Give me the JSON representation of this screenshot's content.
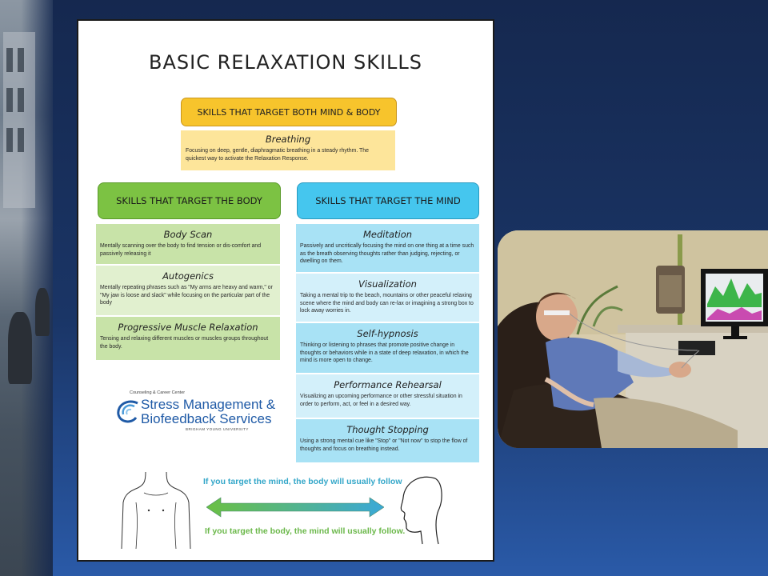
{
  "poster": {
    "title": "BASIC RELAXATION SKILLS",
    "both": {
      "header": "SKILLS THAT TARGET BOTH MIND & BODY",
      "skills": [
        {
          "title": "Breathing",
          "desc": "Focusing on deep, gentle, diaphragmatic breathing in a steady rhythm. The quickest way to activate the Relaxation Response."
        }
      ]
    },
    "body": {
      "header": "SKILLS THAT TARGET THE BODY",
      "skills": [
        {
          "title": "Body Scan",
          "desc": "Mentally scanning over the body to find tension or dis-comfort and passively releasing it"
        },
        {
          "title": "Autogenics",
          "desc": "Mentally repeating phrases such as \"My arms are heavy and warm,\" or \"My jaw is loose and slack\" while focusing on the particular part of the body"
        },
        {
          "title": "Progressive Muscle Relaxation",
          "desc": "Tensing and relaxing different muscles or muscles groups throughout the body."
        }
      ]
    },
    "mind": {
      "header": "SKILLS THAT TARGET THE MIND",
      "skills": [
        {
          "title": "Meditation",
          "desc": "Passively and uncritically focusing the mind on one thing at a time such as the breath observing thoughts rather than judging, rejecting, or dwelling on them."
        },
        {
          "title": "Visualization",
          "desc": "Taking a mental trip to the beach, mountains or other peaceful relaxing scene where the mind and body can re-lax or imagining a strong box to lock away worries in."
        },
        {
          "title": "Self-hypnosis",
          "desc": "Thinking or listening to phrases that promote positive change in thoughts or behaviors while in a state of deep relaxation, in which the mind is more open to change."
        },
        {
          "title": "Performance Rehearsal",
          "desc": "Visualizing an upcoming performance or other stressful situation in order to perform, act, or feel in a desired way."
        },
        {
          "title": "Thought Stopping",
          "desc": "Using a strong mental cue like \"Stop\" or \"Not now\" to stop the flow of thoughts and focus on breathing instead."
        }
      ]
    },
    "logo": {
      "center": "Counseling & Career Center",
      "line1": "Stress Management &",
      "line2": "Biofeedback Services",
      "university": "BRIGHAM YOUNG UNIVERSITY"
    },
    "footer": {
      "mind_line": "If you target the mind, the body will usually follow",
      "body_line": "If you target the body, the mind will usually follow."
    }
  },
  "colors": {
    "yellow": "#f7c42c",
    "green": "#7cc243",
    "blue": "#45c6ee",
    "background": "#1a3566"
  }
}
